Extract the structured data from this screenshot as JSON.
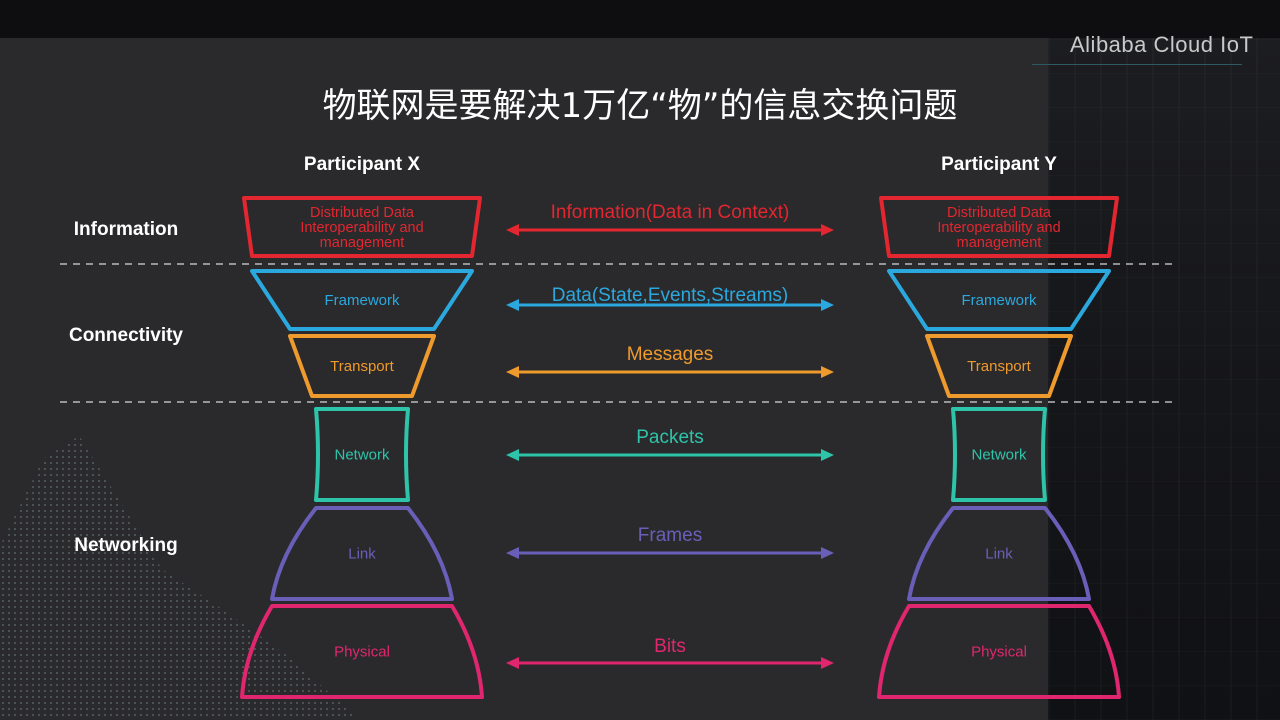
{
  "brand": "Alibaba Cloud IoT",
  "title": "物联网是要解决1万亿“物”的信息交换问题",
  "participants": [
    "Participant X",
    "Participant Y"
  ],
  "row_labels": {
    "information": "Information",
    "connectivity": "Connectivity",
    "networking": "Networking"
  },
  "layers": [
    {
      "label_lines": [
        "Distributed Data",
        "Interoperability and",
        "management"
      ],
      "color": "#e3262f"
    },
    {
      "label_lines": [
        "Framework"
      ],
      "color": "#2ba8de"
    },
    {
      "label_lines": [
        "Transport"
      ],
      "color": "#ef9a2d"
    },
    {
      "label_lines": [
        "Network"
      ],
      "color": "#2ec4aa"
    },
    {
      "label_lines": [
        "Link"
      ],
      "color": "#6a5fb8"
    },
    {
      "label_lines": [
        "Physical"
      ],
      "color": "#e0266e"
    }
  ],
  "exchanges": [
    {
      "label": "Information(Data in Context)",
      "color": "#e3262f"
    },
    {
      "label": "Data(State,Events,Streams)",
      "color": "#2ba8de"
    },
    {
      "label": "Messages",
      "color": "#ef9a2d"
    },
    {
      "label": "Packets",
      "color": "#2ec4aa"
    },
    {
      "label": "Frames",
      "color": "#6a5fb8"
    },
    {
      "label": "Bits",
      "color": "#e0266e"
    }
  ]
}
